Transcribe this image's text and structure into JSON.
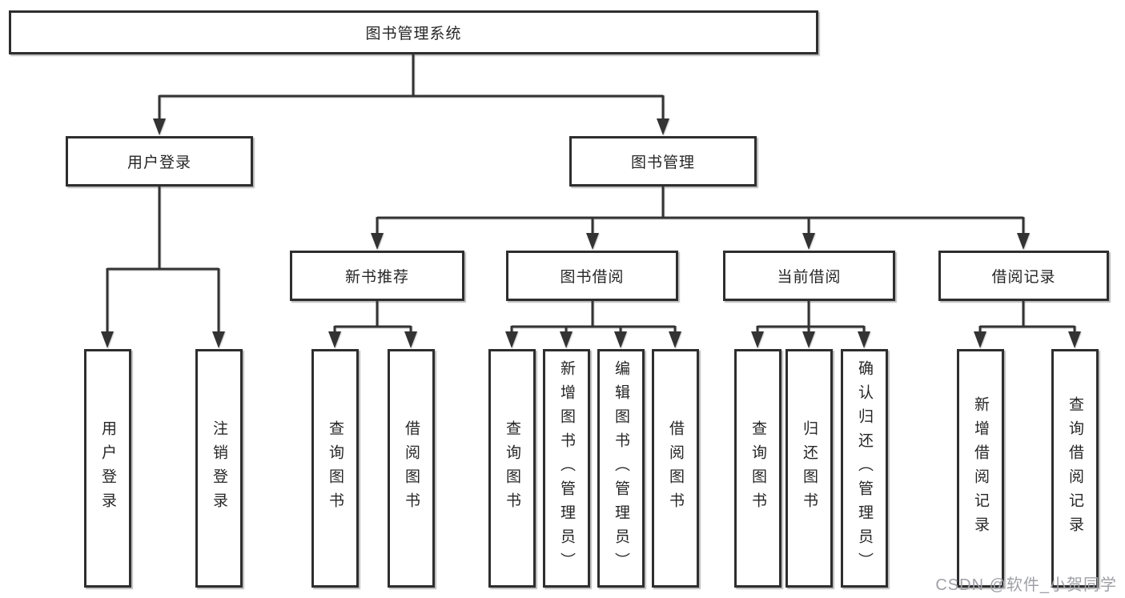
{
  "tree": {
    "root": {
      "label": "图书管理系统"
    },
    "level2": [
      {
        "label": "用户登录"
      },
      {
        "label": "图书管理"
      }
    ],
    "level3": [
      {
        "label": "新书推荐",
        "parent": "图书管理"
      },
      {
        "label": "图书借阅",
        "parent": "图书管理"
      },
      {
        "label": "当前借阅",
        "parent": "图书管理"
      },
      {
        "label": "借阅记录",
        "parent": "图书管理"
      }
    ],
    "leaves": [
      {
        "label": "用户登录",
        "parent": "用户登录"
      },
      {
        "label": "注销登录",
        "parent": "用户登录"
      },
      {
        "label": "查询图书",
        "parent": "新书推荐"
      },
      {
        "label": "借阅图书",
        "parent": "新书推荐"
      },
      {
        "label": "查询图书",
        "parent": "图书借阅"
      },
      {
        "label": "新增图书（管理员）",
        "parent": "图书借阅"
      },
      {
        "label": "编辑图书（管理员）",
        "parent": "图书借阅"
      },
      {
        "label": "借阅图书",
        "parent": "图书借阅"
      },
      {
        "label": "查询图书",
        "parent": "当前借阅"
      },
      {
        "label": "归还图书",
        "parent": "当前借阅"
      },
      {
        "label": "确认归还（管理员）",
        "parent": "当前借阅"
      },
      {
        "label": "新增借阅记录",
        "parent": "借阅记录"
      },
      {
        "label": "查询借阅记录",
        "parent": "借阅记录"
      }
    ]
  },
  "watermark": {
    "text": "CSDN @软件_小贺同学"
  },
  "colors": {
    "line": "#333333",
    "border": "#2e2e2e",
    "text": "#262626",
    "watermark": "#9fa0a6",
    "background": "#ffffff"
  }
}
